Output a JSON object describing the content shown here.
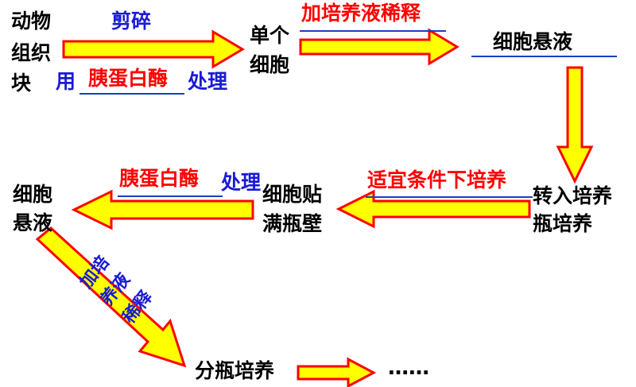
{
  "colors": {
    "arrow_fill": "#ffff00",
    "arrow_stroke": "#ff0000",
    "label_red": "#ff0000",
    "label_blue": "#1a1ad6",
    "underline": "#1a3fbf"
  },
  "nodes": {
    "animal_tissue": [
      "动物",
      "组织",
      "块"
    ],
    "single_cell": [
      "单个",
      "细胞"
    ],
    "cell_suspension_1": "细胞悬液",
    "transfer_culture": [
      "转入培养",
      "瓶培养"
    ],
    "cells_adhere": [
      "细胞贴",
      "满瓶壁"
    ],
    "cell_suspension_2": [
      "细胞",
      "悬液"
    ],
    "subculture": "分瓶培养",
    "ellipsis": "……"
  },
  "labels": {
    "mince": "剪碎",
    "use": "用",
    "trypsin_1": "胰蛋白酶",
    "treat_1": "处理",
    "dilute_1": "加培养液稀释",
    "suitable_culture": "适宜条件下培养",
    "trypsin_2": "胰蛋白酶",
    "treat_2": "处理",
    "dilute_2": [
      "加培",
      "养液",
      "稀释"
    ]
  }
}
